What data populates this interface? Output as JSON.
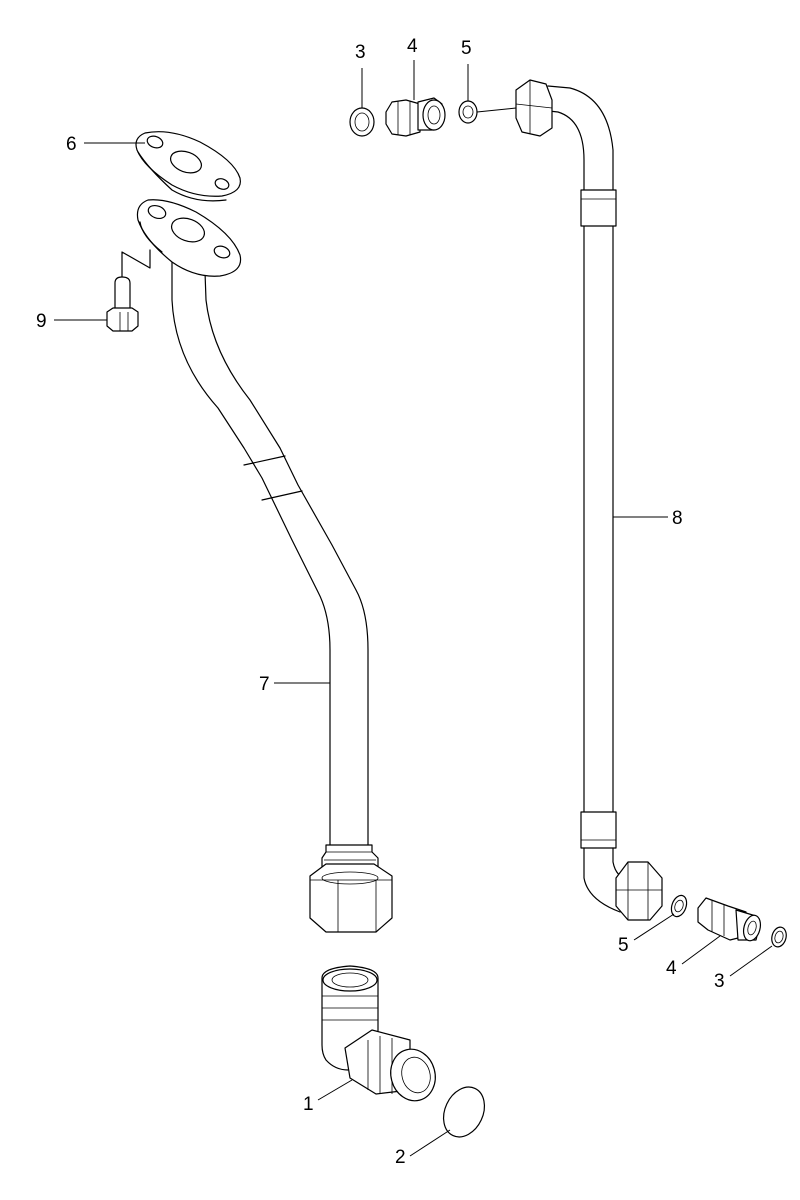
{
  "callouts": {
    "p1": "1",
    "p2": "2",
    "p3_top": "3",
    "p4_top": "4",
    "p5_top": "5",
    "p6": "6",
    "p7": "7",
    "p8": "8",
    "p9": "9",
    "p5_bottom": "5",
    "p4_bottom": "4",
    "p3_bottom": "3"
  }
}
